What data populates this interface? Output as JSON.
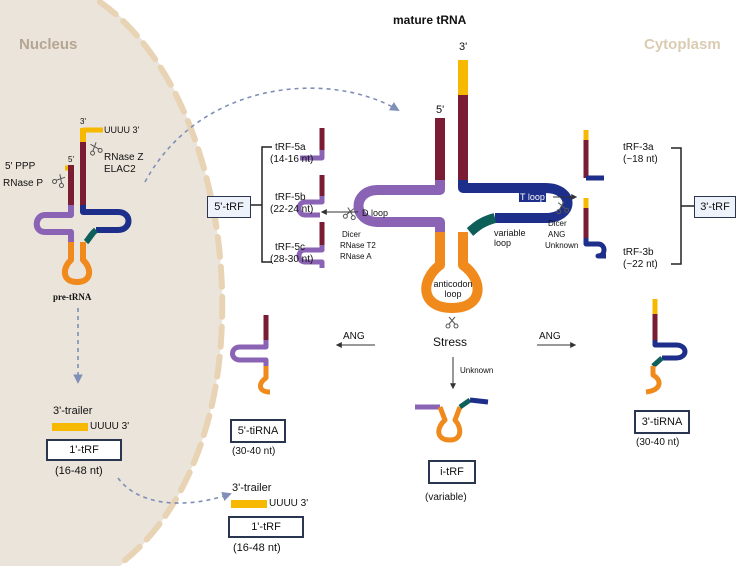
{
  "colors": {
    "nucleus_fill": "#ebe4da",
    "envelope": "#e8d3b4",
    "acceptor": "#7a1c33",
    "trailer": "#f7b800",
    "dloop": "#8a63b5",
    "tloop": "#1d2f8a",
    "variable": "#0e5e5a",
    "anticodon": "#f08a1c",
    "arrow_dashed": "#7f8fb8",
    "text": "#111111"
  },
  "regions": {
    "nucleus": "Nucleus",
    "cytoplasm": "Cytoplasm"
  },
  "pre_trna": {
    "title": "pre-tRNA",
    "three_prime": "3'",
    "five_prime": "5'",
    "trailer_seq": "UUUU 3'",
    "five_ppp": "5' PPP",
    "rnase_p": "RNase P",
    "rnase_z": "RNase Z",
    "elac2": "ELAC2"
  },
  "trailer_nucleus": {
    "label": "3'-trailer",
    "seq": "UUUU 3'",
    "box": "1'-tRF",
    "length": "(16-48 nt)"
  },
  "trailer_cytoplasm": {
    "label": "3'-trailer",
    "seq": "UUUU 3'",
    "box": "1'-tRF",
    "length": "(16-48 nt)"
  },
  "mature": {
    "title": "mature tRNA",
    "three_prime": "3'",
    "five_prime": "5'",
    "d_loop": "D loop",
    "t_loop": "T loop",
    "variable_loop": "variable loop",
    "anticodon_loop": "anticodon loop",
    "stress": "Stress"
  },
  "five_trf": {
    "group": "5'-tRF",
    "a": {
      "name": "tRF-5a",
      "len": "(14-16 nt)"
    },
    "b": {
      "name": "tRF-5b",
      "len": "(22-24 nt)"
    },
    "c": {
      "name": "tRF-5c",
      "len": "(28-30 nt)"
    },
    "enzymes": [
      "Dicer",
      "RNase T2",
      "RNase A"
    ]
  },
  "three_trf": {
    "group": "3'-tRF",
    "a": {
      "name": "tRF-3a",
      "len": "(~18 nt)"
    },
    "b": {
      "name": "tRF-3b",
      "len": "(~22 nt)"
    },
    "enzymes": [
      "Dicer",
      "ANG",
      "Unknown"
    ]
  },
  "tirna5": {
    "enzyme": "ANG",
    "box": "5'-tiRNA",
    "len": "(30-40 nt)"
  },
  "tirna3": {
    "enzyme": "ANG",
    "box": "3'-tiRNA",
    "len": "(30-40 nt)"
  },
  "itrf": {
    "enzyme": "Unknown",
    "box": "i-tRF",
    "len": "(variable)"
  }
}
